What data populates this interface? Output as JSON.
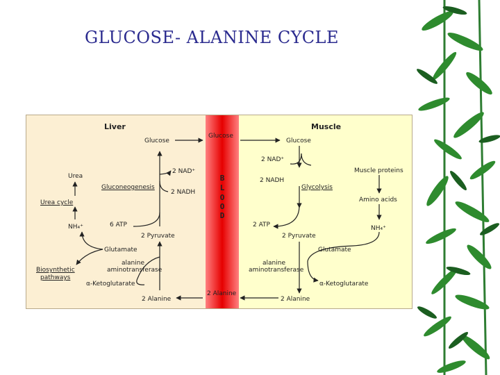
{
  "slide": {
    "title": "GLUCOSE- ALANINE CYCLE"
  },
  "liver": {
    "header": "Liver",
    "glucose": "Glucose",
    "nad": "2 NAD⁺",
    "nadh": "2 NADH",
    "urea": "Urea",
    "gluconeogenesis": "Gluconeogenesis",
    "urea_cycle": "Urea cycle",
    "nh4": "NH₄⁺",
    "atp": "6 ATP",
    "pyruvate": "2 Pyruvate",
    "glutamate": "Glutamate",
    "enzyme_line1": "alanine",
    "enzyme_line2": "aminotransferase",
    "biosynthetic_line1": "Biosynthetic",
    "biosynthetic_line2": "pathways",
    "ketoglutarate": "α-Ketoglutarate",
    "alanine": "2 Alanine"
  },
  "blood": {
    "glucose": "Glucose",
    "alanine": "2 Alanine",
    "letters": [
      "B",
      "L",
      "O",
      "O",
      "D"
    ]
  },
  "muscle": {
    "header": "Muscle",
    "glucose": "Glucose",
    "nad": "2 NAD⁺",
    "nadh": "2 NADH",
    "glycolysis": "Glycolysis",
    "muscle_proteins": "Muscle proteins",
    "amino_acids": "Amino acids",
    "atp": "2 ATP",
    "nh4": "NH₄⁺",
    "pyruvate": "2 Pyruvate",
    "glutamate": "Glutamate",
    "enzyme_line1": "alanine",
    "enzyme_line2": "aminotransferase",
    "ketoglutarate": "α-Ketoglutarate",
    "alanine": "2 Alanine"
  },
  "colors": {
    "title": "#2b2b8f",
    "liver_bg": "#fcefd3",
    "muscle_bg": "#ffffcc",
    "blood": "#e60000",
    "bamboo": "#1f7a1f"
  }
}
